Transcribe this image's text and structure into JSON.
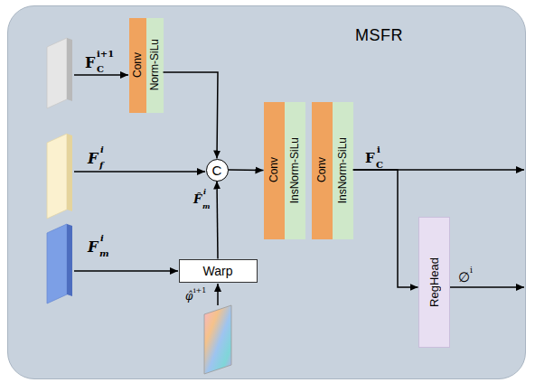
{
  "diagram": {
    "nodes": [
      {
        "text": [
          "MSFR"
        ]
      },
      {
        "text": [
          "Conv"
        ],
        "in": 0
      },
      {
        "text": [
          "Norm-SiLu"
        ],
        "in": 0
      },
      {
        "text": [
          "C"
        ],
        "in": 0
      },
      {
        "text": [
          "Warp"
        ],
        "in": 0
      },
      {
        "text": [
          "Conv"
        ],
        "in": 0
      },
      {
        "text": [
          "InsNorm-SiLu"
        ],
        "in": 0
      },
      {
        "text": [
          "Conv"
        ],
        "in": 0
      },
      {
        "text": [
          "InsNorm-SiLu"
        ],
        "in": 0
      },
      {
        "text": [
          "RegHead"
        ],
        "in": 0
      }
    ],
    "edges": [
      {
        "from": 2,
        "to": 3,
        "arrow": "to"
      },
      {
        "from": 4,
        "to": 3,
        "arrow": "to"
      },
      {
        "from": 3,
        "to": 5,
        "arrow": "to"
      },
      {
        "from": 8,
        "to": 9,
        "arrow": "to"
      }
    ],
    "labels": [
      "F",
      "C",
      "i+1",
      "F",
      "f",
      "i",
      "F̂",
      "m",
      "i",
      "F",
      "m",
      "i",
      "φ̂",
      "i+1",
      "F",
      "C",
      "i",
      "∅",
      "i"
    ]
  }
}
